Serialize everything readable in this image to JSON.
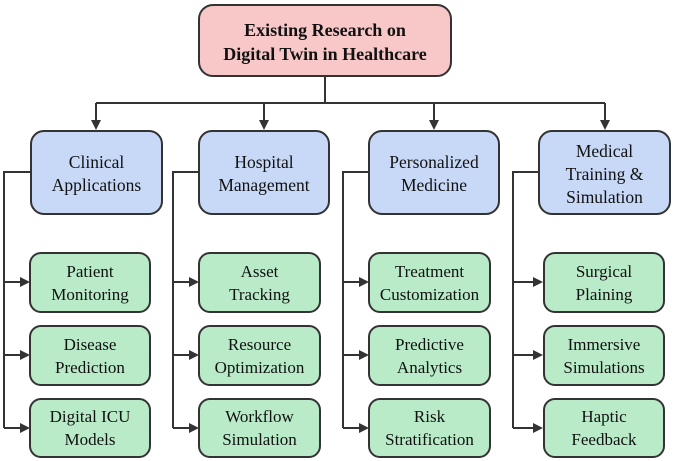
{
  "colors": {
    "root_fill": "#f8c8c8",
    "category_fill": "#c8d9f7",
    "leaf_fill": "#b9ebc8",
    "stroke": "#333333"
  },
  "root": {
    "lines": [
      "Existing Research on",
      "Digital Twin in Healthcare"
    ]
  },
  "categories": [
    {
      "lines": [
        "Clinical",
        "Applications"
      ],
      "leaves": [
        {
          "lines": [
            "Patient",
            "Monitoring"
          ]
        },
        {
          "lines": [
            "Disease",
            "Prediction"
          ]
        },
        {
          "lines": [
            "Digital ICU",
            "Models"
          ]
        }
      ]
    },
    {
      "lines": [
        "Hospital",
        "Management"
      ],
      "leaves": [
        {
          "lines": [
            "Asset",
            "Tracking"
          ]
        },
        {
          "lines": [
            "Resource",
            "Optimization"
          ]
        },
        {
          "lines": [
            "Workflow",
            "Simulation"
          ]
        }
      ]
    },
    {
      "lines": [
        "Personalized",
        "Medicine"
      ],
      "leaves": [
        {
          "lines": [
            "Treatment",
            "Customization"
          ]
        },
        {
          "lines": [
            "Predictive",
            "Analytics"
          ]
        },
        {
          "lines": [
            "Risk",
            "Stratification"
          ]
        }
      ]
    },
    {
      "lines": [
        "Medical",
        "Training &",
        "Simulation"
      ],
      "leaves": [
        {
          "lines": [
            "Surgical",
            "Plaining"
          ]
        },
        {
          "lines": [
            "Immersive",
            "Simulations"
          ]
        },
        {
          "lines": [
            "Haptic",
            "Feedback"
          ]
        }
      ]
    }
  ]
}
